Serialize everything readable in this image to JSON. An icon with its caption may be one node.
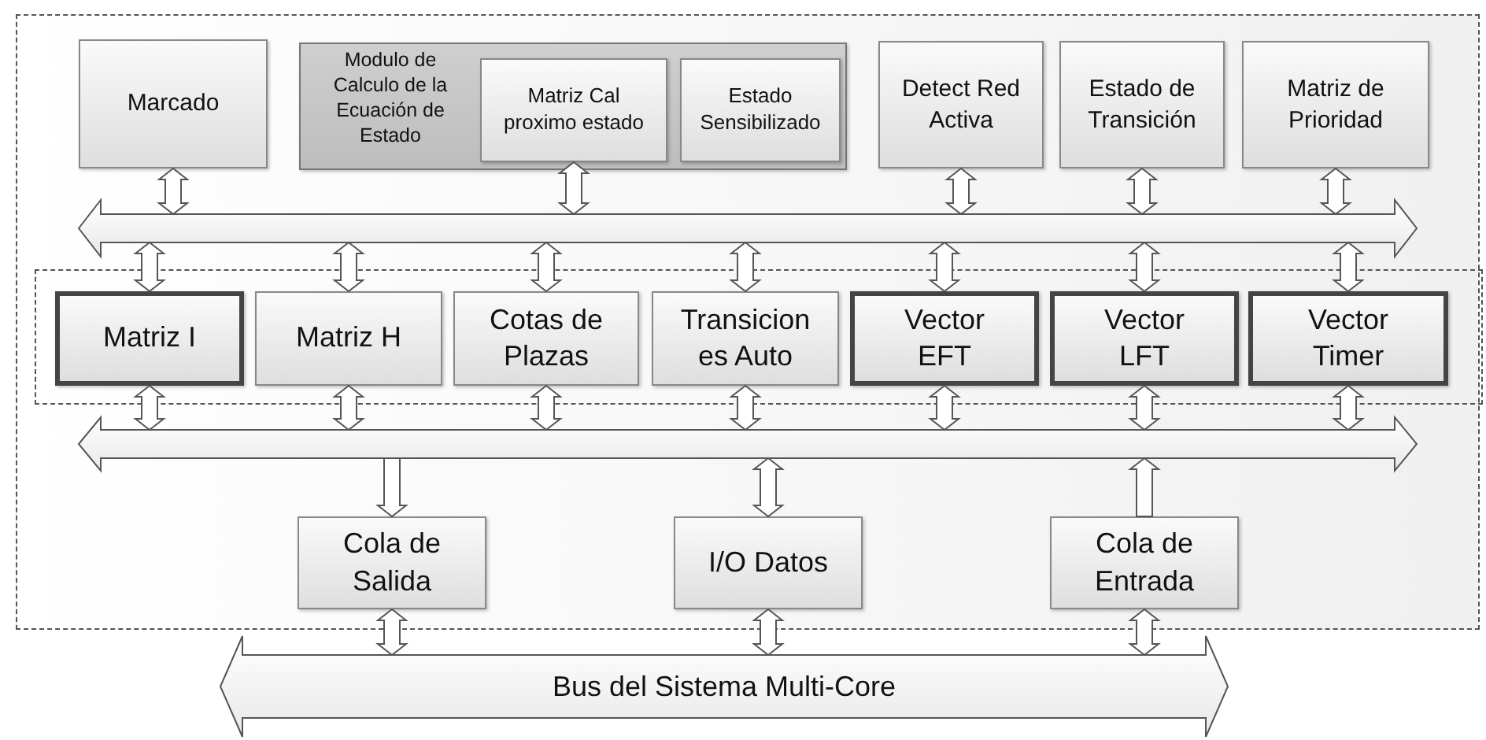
{
  "diagram": {
    "nodes": [
      {
        "text": [],
        "shape": "box"
      },
      {
        "text": [
          "Marcado"
        ],
        "in": 0
      },
      {
        "text": [
          "Modulo de Calculo de la Ecuación de Estado"
        ],
        "in": 0
      },
      {
        "text": [
          "Matriz Cal proximo estado"
        ],
        "in": 2
      },
      {
        "text": [
          "Estado Sensibilizado"
        ],
        "in": 2
      },
      {
        "text": [
          "Detect Red Activa"
        ],
        "in": 0
      },
      {
        "text": [
          "Estado de Transición"
        ],
        "in": 0
      },
      {
        "text": [
          "Matriz de Prioridad"
        ],
        "in": 0
      },
      {
        "text": [],
        "shape": "bar",
        "in": 0
      },
      {
        "text": [],
        "shape": "box",
        "in": 0
      },
      {
        "text": [
          "Matriz I"
        ],
        "in": 9
      },
      {
        "text": [
          "Matriz H"
        ],
        "in": 9
      },
      {
        "text": [
          "Cotas de Plazas"
        ],
        "in": 9
      },
      {
        "text": [
          "Transicion es Auto"
        ],
        "in": 9
      },
      {
        "text": [
          "Vector EFT"
        ],
        "in": 9
      },
      {
        "text": [
          "Vector LFT"
        ],
        "in": 9
      },
      {
        "text": [
          "Vector Timer"
        ],
        "in": 9
      },
      {
        "text": [],
        "shape": "bar",
        "in": 0
      },
      {
        "text": [
          "Cola de Salida"
        ],
        "in": 0
      },
      {
        "text": [
          "I/O Datos"
        ],
        "in": 0
      },
      {
        "text": [
          "Cola de Entrada"
        ],
        "in": 0
      },
      {
        "text": [
          "Bus del Sistema Multi-Core"
        ]
      }
    ],
    "edges": [
      {
        "from": 1,
        "to": 8,
        "arrow": "both"
      },
      {
        "from": 3,
        "to": 8,
        "arrow": "both"
      },
      {
        "from": 5,
        "to": 8,
        "arrow": "both"
      },
      {
        "from": 6,
        "to": 8,
        "arrow": "both"
      },
      {
        "from": 7,
        "to": 8,
        "arrow": "both"
      },
      {
        "from": 8,
        "to": 10,
        "arrow": "both"
      },
      {
        "from": 8,
        "to": 11,
        "arrow": "both"
      },
      {
        "from": 8,
        "to": 12,
        "arrow": "both"
      },
      {
        "from": 8,
        "to": 13,
        "arrow": "both"
      },
      {
        "from": 8,
        "to": 14,
        "arrow": "both"
      },
      {
        "from": 8,
        "to": 15,
        "arrow": "both"
      },
      {
        "from": 8,
        "to": 16,
        "arrow": "both"
      },
      {
        "from": 10,
        "to": 17,
        "arrow": "both"
      },
      {
        "from": 11,
        "to": 17,
        "arrow": "both"
      },
      {
        "from": 12,
        "to": 17,
        "arrow": "both"
      },
      {
        "from": 13,
        "to": 17,
        "arrow": "both"
      },
      {
        "from": 14,
        "to": 17,
        "arrow": "both"
      },
      {
        "from": 15,
        "to": 17,
        "arrow": "both"
      },
      {
        "from": 16,
        "to": 17,
        "arrow": "both"
      },
      {
        "from": 17,
        "to": 18,
        "arrow": "to"
      },
      {
        "from": 17,
        "to": 19,
        "arrow": "both"
      },
      {
        "from": 20,
        "to": 17,
        "arrow": "to"
      },
      {
        "from": 18,
        "to": 21,
        "arrow": "both"
      },
      {
        "from": 19,
        "to": 21,
        "arrow": "both"
      },
      {
        "from": 20,
        "to": 21,
        "arrow": "both"
      }
    ]
  }
}
